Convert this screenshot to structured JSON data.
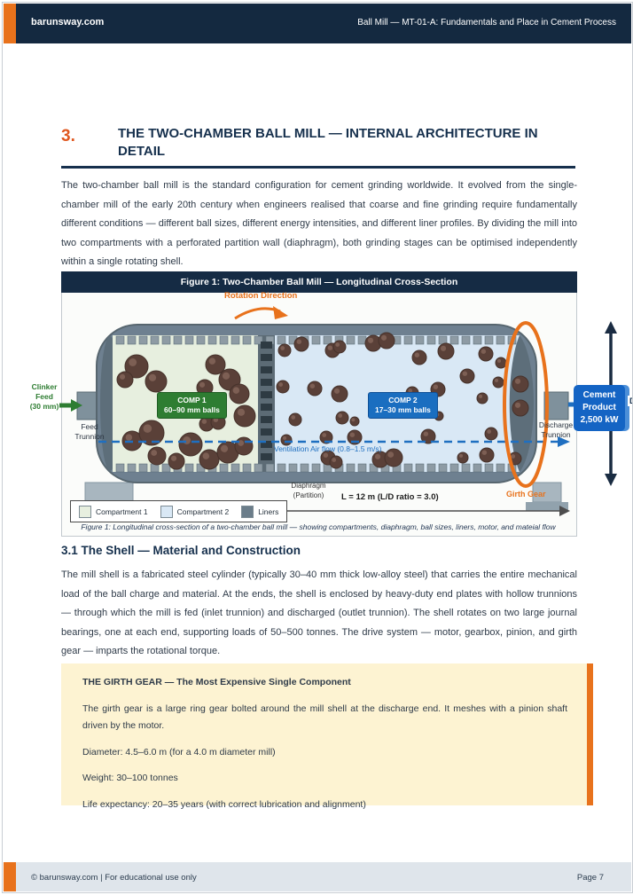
{
  "header": {
    "site": "barunsway.com",
    "doc_title": "Ball Mill — MT-01-A: Fundamentals and Place in Cement Process"
  },
  "section3": {
    "number": "3.",
    "title": "THE TWO-CHAMBER BALL MILL — INTERNAL ARCHITECTURE IN DETAIL",
    "intro": "The two-chamber ball mill is the standard configuration for cement grinding worldwide. It evolved from the single-chamber mill of the early 20th century when engineers realised that coarse and fine grinding require fundamentally different conditions — different ball sizes, different energy intensities, and different liner profiles. By dividing the mill into two compartments with a perforated partition wall (diaphragm), both grinding stages can be optimised independently within a single rotating shell."
  },
  "figure": {
    "title": "Figure 1: Two-Chamber Ball Mill — Longitudinal Cross-Section",
    "rotation_label": "Rotation Direction",
    "clinker_feed": [
      "Clinker",
      "Feed",
      "(30 mm)"
    ],
    "feed_trunnion": [
      "Feed",
      "Trunnion"
    ],
    "comp1": {
      "name": "COMP 1",
      "balls": "60–90 mm balls"
    },
    "comp2": {
      "name": "COMP 2",
      "balls": "17–30 mm balls"
    },
    "ventilation": "Ventilation Air flow (0.8–1.5 m/s)",
    "diaphragm": [
      "Diaphragm",
      "(Partition)"
    ],
    "dimension": "L = 12 m (L/D ratio = 3.0)",
    "girth_gear": "Girth Gear",
    "discharge_trunnion": [
      "Discharge",
      "Trunnion"
    ],
    "cement_product": [
      "Cement",
      "Product",
      "2,500 kW"
    ],
    "d_label": "D",
    "legend": [
      {
        "label": "Compartment 1",
        "color": "#e7efdf"
      },
      {
        "label": "Compartment 2",
        "color": "#d9e8f5"
      },
      {
        "label": "Liners",
        "color": "#6b7d8a"
      }
    ],
    "caption": "Figure 1: Longitudinal cross-section of a two-chamber ball mill — showing compartments, diaphragm, ball sizes, liners, motor, and mateial flow",
    "diagram": {
      "colors": {
        "shell": "#6e8090",
        "shell_edge": "#57666f",
        "cap": "#5d6e7a",
        "comp1_fill": "#e7efdf",
        "comp2_fill": "#d9e8f5",
        "liner": "#8e9ba4",
        "liner_edge": "#5d6e7b",
        "diaphragm": "#5c6b75",
        "slot": "#2e3b43",
        "ball": "#5a4038",
        "ball_edge": "#46322b",
        "ball_hi": "#7d5f54",
        "girth_ellipse": "#e8721c",
        "vent_blue": "#1f6fc0",
        "feed_green": "#2e7d32",
        "arrow_navy": "#1a2c42",
        "dim_gray": "#4d4d4d"
      },
      "comp1_balls": [
        [
          151,
          107,
          13
        ],
        [
          173,
          124,
          12
        ],
        [
          240,
          105,
          11
        ],
        [
          256,
          122,
          12
        ],
        [
          267,
          138,
          11
        ],
        [
          228,
          131,
          9
        ],
        [
          138,
          122,
          9
        ],
        [
          146,
          191,
          11
        ],
        [
          168,
          182,
          14
        ],
        [
          174,
          208,
          10
        ],
        [
          212,
          195,
          13
        ],
        [
          230,
          172,
          8
        ],
        [
          243,
          170,
          8
        ],
        [
          233,
          212,
          11
        ],
        [
          254,
          204,
          12
        ],
        [
          273,
          163,
          12
        ],
        [
          272,
          197,
          10
        ],
        [
          196,
          214,
          9
        ]
      ],
      "comp2_balls": [
        [
          318,
          89,
          7
        ],
        [
          337,
          82,
          8
        ],
        [
          372,
          89,
          8
        ],
        [
          380,
          85,
          7
        ],
        [
          418,
          81,
          9
        ],
        [
          433,
          78,
          9
        ],
        [
          470,
          97,
          8
        ],
        [
          500,
          90,
          9
        ],
        [
          545,
          93,
          8
        ],
        [
          562,
          103,
          6
        ],
        [
          524,
          118,
          8
        ],
        [
          352,
          132,
          8
        ],
        [
          380,
          138,
          9
        ],
        [
          330,
          167,
          7
        ],
        [
          383,
          165,
          7
        ],
        [
          397,
          169,
          5
        ],
        [
          365,
          187,
          7
        ],
        [
          397,
          187,
          8
        ],
        [
          367,
          210,
          8
        ],
        [
          376,
          215,
          7
        ],
        [
          426,
          212,
          9
        ],
        [
          441,
          210,
          10
        ],
        [
          480,
          186,
          8
        ],
        [
          492,
          163,
          5
        ],
        [
          462,
          137,
          7
        ],
        [
          491,
          133,
          8
        ],
        [
          519,
          210,
          6
        ],
        [
          546,
          207,
          8
        ],
        [
          551,
          183,
          7
        ],
        [
          541,
          143,
          6
        ],
        [
          578,
          211,
          7
        ],
        [
          584,
          127,
          9
        ],
        [
          584,
          154,
          9
        ],
        [
          559,
          125,
          6
        ],
        [
          316,
          130,
          7
        ],
        [
          320,
          190,
          6
        ]
      ]
    }
  },
  "section31": {
    "title": "3.1 The Shell — Material and Construction",
    "body": "The mill shell is a fabricated steel cylinder (typically 30–40 mm thick low-alloy steel) that carries the entire mechanical load of the ball charge and material. At the ends, the shell is enclosed by heavy-duty end plates with hollow trunnions — through which the mill is fed (inlet trunnion) and discharged (outlet trunnion). The shell rotates on two large journal bearings, one at each end, supporting loads of 50–500 tonnes. The drive system — motor, gearbox, pinion, and girth gear — imparts the rotational torque."
  },
  "callout": {
    "title": "THE GIRTH GEAR — The Most Expensive Single Component",
    "lines": [
      "The girth gear is a large ring gear bolted around the mill shell at the discharge end. It meshes with a pinion shaft driven by the motor.",
      "Diameter: 4.5–6.0 m (for a 4.0 m diameter mill)",
      "Weight: 30–100 tonnes",
      "Life expectancy: 20–35 years (with correct lubrication and alignment)"
    ]
  },
  "footer": {
    "left": "© barunsway.com  |  For educational use only",
    "page": "Page 7"
  }
}
